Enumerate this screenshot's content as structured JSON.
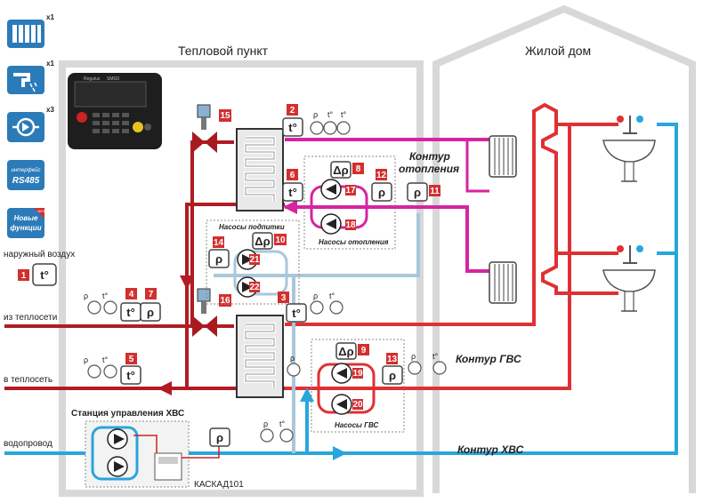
{
  "headings": {
    "substation": "Тепловой пункт",
    "house": "Жилой дом"
  },
  "sidebar": {
    "badges": [
      "x1",
      "x1",
      "x3"
    ],
    "rs485_top": "интерфейс",
    "rs485_main": "RS485",
    "new_functions_line1": "Новые",
    "new_functions_line2": "функции",
    "new_tag": "NEW",
    "outdoor_air_label": "наружный воздух"
  },
  "controller": {
    "brand": "Regulus",
    "model": "SMG0"
  },
  "pipe_labels": {
    "from_network": "из теплосети",
    "to_network": "в теплосеть",
    "water_supply": "водопровод"
  },
  "circuits": {
    "heating_line1": "Контур",
    "heating_line2": "отопления",
    "dhw": "Контур ГВС",
    "cold_water": "Контур ХВС"
  },
  "groups": {
    "makeup_pumps": "Насосы подпитки",
    "heating_pumps": "Насосы отопления",
    "dhw_pumps": "Насосы ГВС",
    "cw_station": "Станция управления ХВС",
    "cascade": "КАСКАД101"
  },
  "sensor_symbols": {
    "pressure": "ρ",
    "temperature": "t°",
    "delta_pressure": "Δρ"
  },
  "badges": [
    "1",
    "2",
    "3",
    "4",
    "5",
    "6",
    "7",
    "8",
    "9",
    "10",
    "11",
    "12",
    "13",
    "14",
    "15",
    "16",
    "17",
    "18",
    "19",
    "20",
    "21",
    "22"
  ],
  "colors": {
    "network": "#b01c22",
    "heating": "#d6249f",
    "dhw": "#e03034",
    "cold": "#29a6dc",
    "makeup": "#a9c7da",
    "wall": "#d8d8d8",
    "badge": "#d32f2f"
  }
}
